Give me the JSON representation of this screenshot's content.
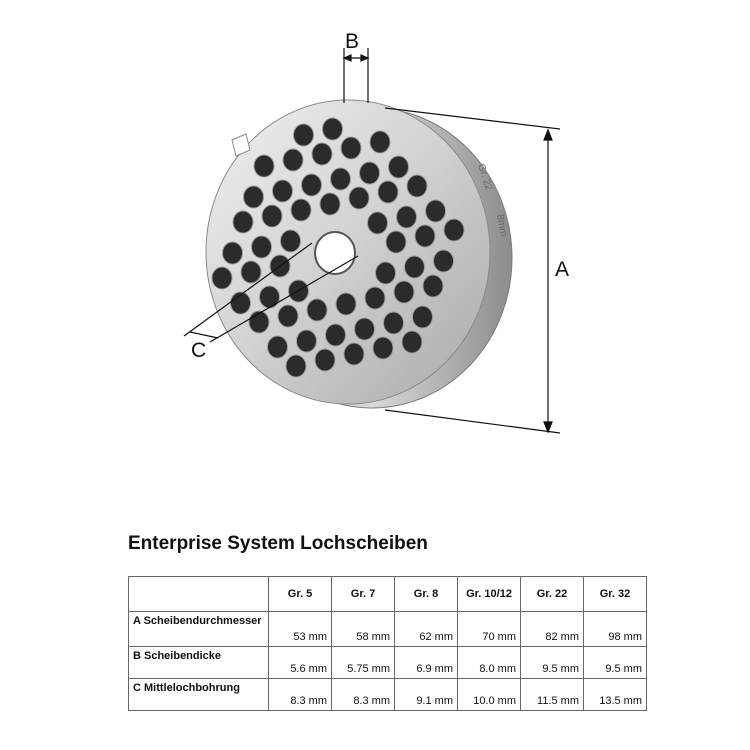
{
  "diagram": {
    "labels": {
      "a": "A",
      "b": "B",
      "c": "C"
    },
    "engravings": {
      "size": "Gr. 22",
      "hole": "8mm"
    },
    "colors": {
      "steel_light": "#e2e2e2",
      "steel_mid": "#bdbdbd",
      "steel_dark": "#8a8a8a",
      "hole": "#2b2b2b",
      "line": "#111111"
    }
  },
  "title": "Enterprise System Lochscheiben",
  "table": {
    "columns": [
      "",
      "Gr. 5",
      "Gr. 7",
      "Gr. 8",
      "Gr. 10/12",
      "Gr. 22",
      "Gr. 32"
    ],
    "rows": [
      {
        "label": "A Scheibendurchmesser",
        "values": [
          "53 mm",
          "58 mm",
          "62 mm",
          "70 mm",
          "82 mm",
          "98 mm"
        ]
      },
      {
        "label": "B Scheibendicke",
        "values": [
          "5.6 mm",
          "5.75 mm",
          "6.9 mm",
          "8.0 mm",
          "9.5 mm",
          "9.5 mm"
        ]
      },
      {
        "label": "C Mittlelochbohrung",
        "values": [
          "8.3 mm",
          "8.3 mm",
          "9.1 mm",
          "10.0 mm",
          "11.5 mm",
          "13.5 mm"
        ]
      }
    ]
  }
}
